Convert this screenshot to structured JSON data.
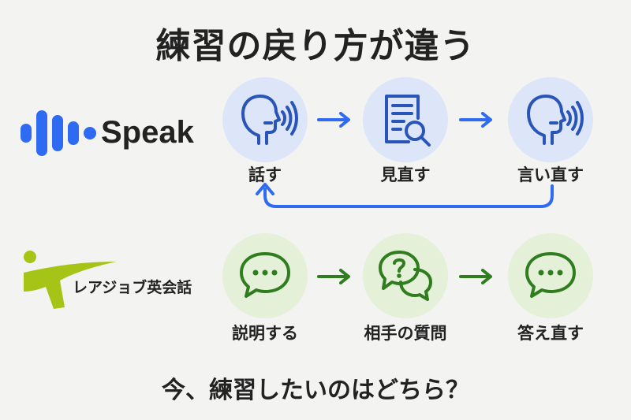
{
  "title": "練習の戻り方が違う",
  "question": "今、練習したいのはどちら？",
  "speak": {
    "brand": "Speak",
    "color": "#2f6bf2",
    "steps": [
      "話す",
      "見直す",
      "言い直す"
    ]
  },
  "rarejob": {
    "brand": "レアジョブ英会話",
    "color": "#2f7d1e",
    "logo_color": "#a6c417",
    "steps": [
      "説明する",
      "相手の質問",
      "答え直す"
    ]
  }
}
